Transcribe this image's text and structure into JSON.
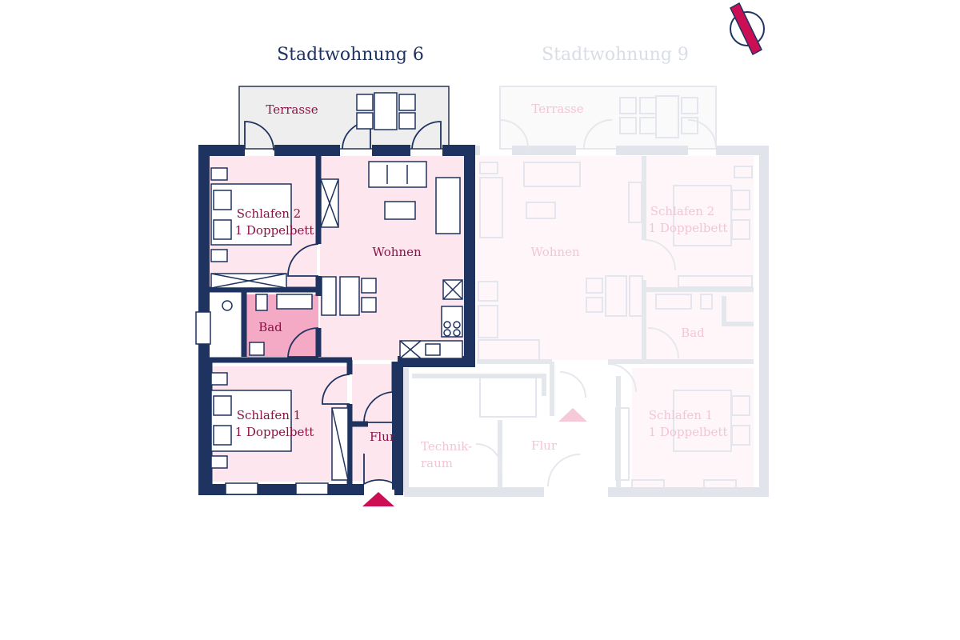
{
  "colors": {
    "wall_dark": "#1f3360",
    "room_fill": "#fde6ee",
    "bath_fill": "#f4a9c4",
    "label_active": "#8c1244",
    "label_faded": "#f2c6d6",
    "title_active": "#1f3360",
    "title_faded": "#d9dde5",
    "wall_faded": "#e1e4ea",
    "accent": "#cc0f55",
    "terrace_fill": "#eeeeee"
  },
  "titles": {
    "active": "Stadtwohnung 6",
    "faded": "Stadtwohnung 9"
  },
  "active_rooms": {
    "terrasse": "Terrasse",
    "schlafen2": "Schlafen 2",
    "schlafen2_bed": "1 Doppelbett",
    "wohnen": "Wohnen",
    "bad": "Bad",
    "schlafen1": "Schlafen 1",
    "schlafen1_bed": "1 Doppelbett",
    "flur": "Flur"
  },
  "faded_rooms": {
    "terrasse": "Terrasse",
    "wohnen": "Wohnen",
    "schlafen2": "Schlafen 2",
    "schlafen2_bed": "1 Doppelbett",
    "bad": "Bad",
    "schlafen1": "Schlafen 1",
    "schlafen1_bed": "1 Doppelbett",
    "flur": "Flur",
    "technik_line1": "Technik-",
    "technik_line2": "raum"
  },
  "icons": {
    "compass": "north-arrow-icon",
    "entrance": "entrance-arrow-icon"
  }
}
